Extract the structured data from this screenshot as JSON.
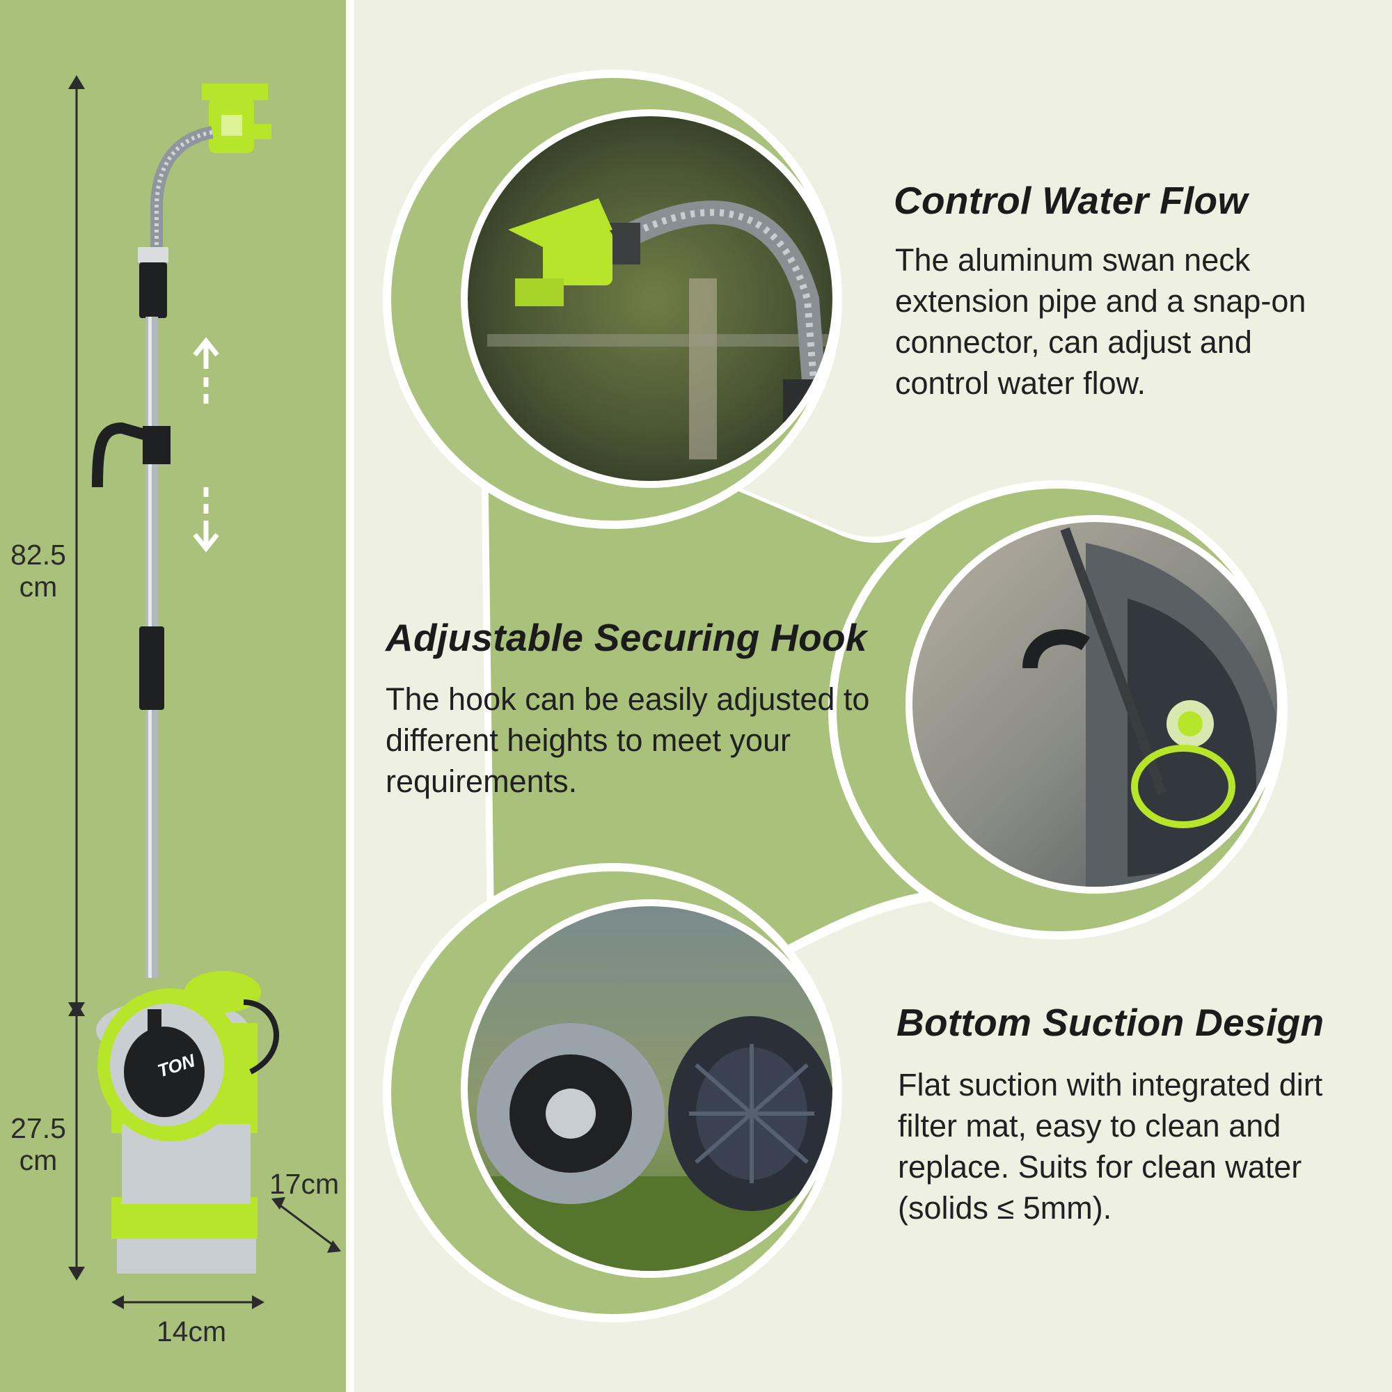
{
  "colors": {
    "left_panel": "#a9c17a",
    "background": "#eef0e2",
    "blob_green": "#a9c17a",
    "accent_green": "#b6e52a",
    "dark": "#2b2b2b"
  },
  "dimensions": {
    "total_height": "82.5\ncm",
    "pump_height": "27.5\ncm",
    "depth": "17cm",
    "width": "14cm"
  },
  "product": {
    "logo_fragment": "TON"
  },
  "features": [
    {
      "title": "Control Water Flow",
      "description": "The aluminum swan neck extension pipe and a snap-on connector, can adjust and control water flow.",
      "photo_icon": "swan-neck-valve-photo"
    },
    {
      "title": "Adjustable Securing Hook",
      "description": "The hook can be easily adjusted to different heights to meet your requirements.",
      "photo_icon": "hook-on-rain-barrel-photo"
    },
    {
      "title": "Bottom Suction Design",
      "description": "Flat suction with integrated dirt filter mat, easy to clean and replace. Suits for clean water (solids ≤ 5mm).",
      "photo_icon": "pump-bottom-filter-photo"
    }
  ]
}
